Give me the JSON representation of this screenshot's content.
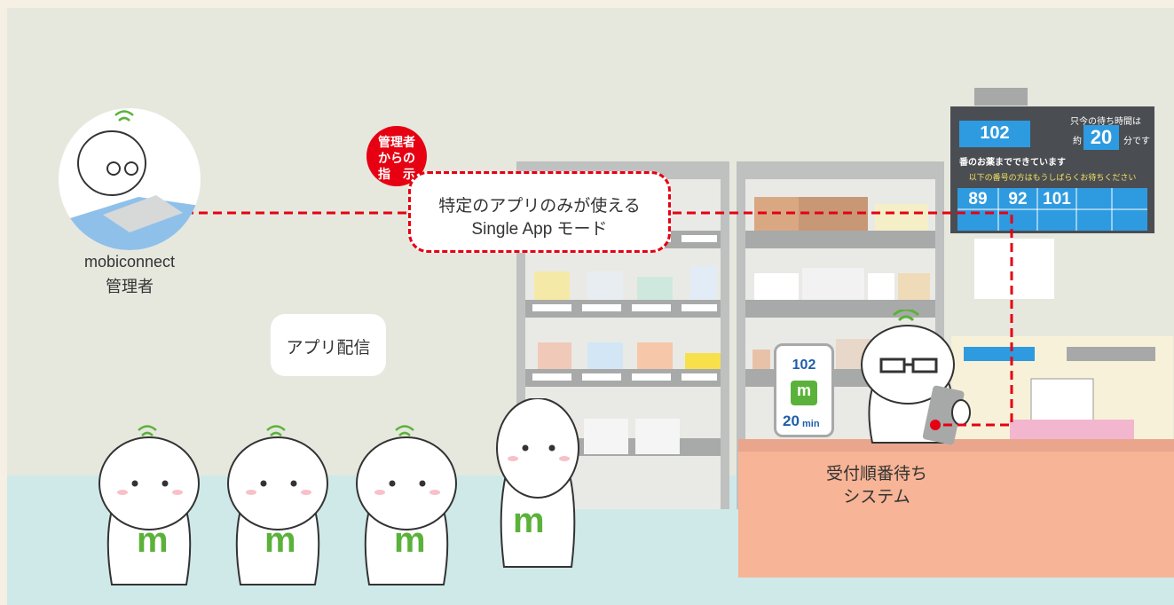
{
  "admin": {
    "name": "mobiconnect",
    "role": "管理者"
  },
  "instruction_badge": {
    "line1": "管理者",
    "line2": "からの",
    "line3": "指　示"
  },
  "single_app_box": {
    "line1": "特定のアプリのみが使える",
    "line2": "Single App モード"
  },
  "app_delivery_label": "アプリ配信",
  "reception_label": {
    "line1": "受付順番待ち",
    "line2": "システム"
  },
  "wait_board": {
    "current_number": "102",
    "wait_prefix": "只今の待ち時間は",
    "wait_approx": "約",
    "wait_minutes": "20",
    "wait_unit": "分です",
    "ready_text": "番のお薬までできています",
    "next_text": "以下の番号の方はもうしばらくお待ちください",
    "queue_numbers": [
      "89",
      "92",
      "101",
      "",
      "",
      ""
    ]
  },
  "phone": {
    "number": "102",
    "icon_letter": "m",
    "minutes": "20",
    "unit": "min"
  },
  "colors": {
    "red_line": "#e60012",
    "badge_red": "#e60012",
    "board_bg": "#4a4d52",
    "board_cell": "#2e9be0",
    "counter": "#f7b496",
    "floor": "#cfe9e9",
    "wall": "#e6e8de",
    "mascot_green": "#5bb23a"
  }
}
